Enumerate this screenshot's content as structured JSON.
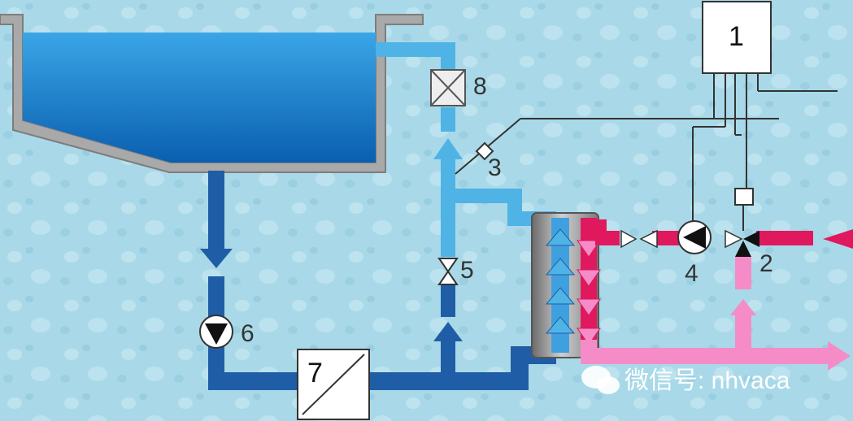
{
  "labels": {
    "controller": "1",
    "mixing_valve": "2",
    "sensor": "3",
    "heating_pump": "4",
    "valve": "5",
    "pool_pump": "6",
    "filter": "7",
    "dosing": "8"
  },
  "watermark": {
    "text": "微信号: nhvaca"
  },
  "colors": {
    "background": "#a9d9e8",
    "pool_water_top": "#3aa6e6",
    "pool_water_bottom": "#0a5fb0",
    "pool_wall": "#a9a9a9",
    "dark_pipe": "#1f5ea6",
    "light_pipe": "#4fb3e6",
    "hot_pipe": "#e0185e",
    "warm_pipe": "#f58cc8"
  }
}
